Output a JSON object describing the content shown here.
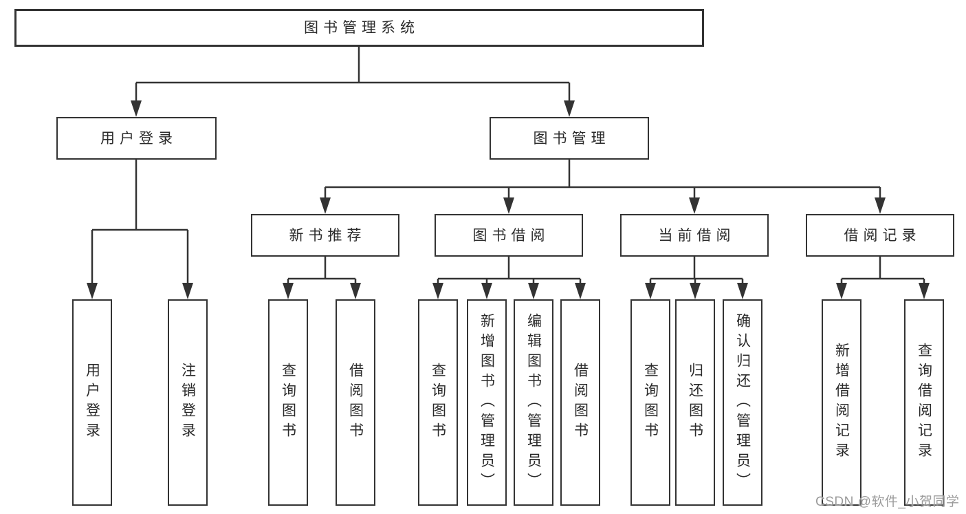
{
  "colors": {
    "background": "#ffffff",
    "line": "#333333",
    "box_border": "#333333",
    "text": "#2b2b2b",
    "watermark": "#9b9b9b"
  },
  "tree": {
    "root": {
      "label": "图书管理系统"
    },
    "branches": [
      {
        "label": "用户登录",
        "leaves": [
          "用户登录",
          "注销登录"
        ]
      },
      {
        "label": "图书管理",
        "groups": [
          {
            "label": "新书推荐",
            "leaves": [
              "查询图书",
              "借阅图书"
            ]
          },
          {
            "label": "图书借阅",
            "leaves": [
              "查询图书",
              "新增图书（管理员）",
              "编辑图书（管理员）",
              "借阅图书"
            ]
          },
          {
            "label": "当前借阅",
            "leaves": [
              "查询图书",
              "归还图书",
              "确认归还（管理员）"
            ]
          },
          {
            "label": "借阅记录",
            "leaves": [
              "新增借阅记录",
              "查询借阅记录"
            ]
          }
        ]
      }
    ]
  },
  "watermark": {
    "text": "CSDN @软件_小贺同学"
  }
}
